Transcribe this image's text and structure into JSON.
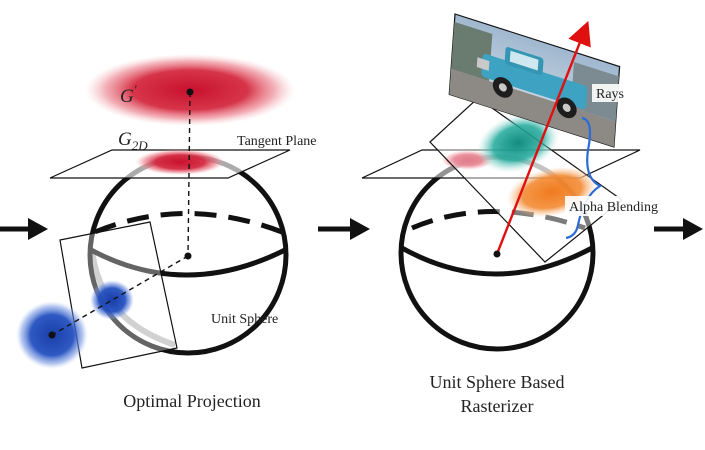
{
  "labels": {
    "g_prime_base": "G",
    "g_prime_prime": "′",
    "g2d_base": "G",
    "g2d_sub": "2D",
    "tangent_plane": "Tangent Plane",
    "unit_sphere": "Unit Sphere",
    "rays": "Rays",
    "alpha_blending": "Alpha Blending",
    "caption_left": "Optimal Projection",
    "caption_right_line1": "Unit Sphere Based",
    "caption_right_line2": "Rasterizer"
  },
  "colors": {
    "gaussian_red": "#c8102e",
    "gaussian_blue": "#1a3fa8",
    "gaussian_teal": "#1fa89a",
    "gaussian_orange": "#f07a1e",
    "ray_red": "#e01010",
    "bracket_blue": "#2b6cd6",
    "outline": "#111111"
  }
}
